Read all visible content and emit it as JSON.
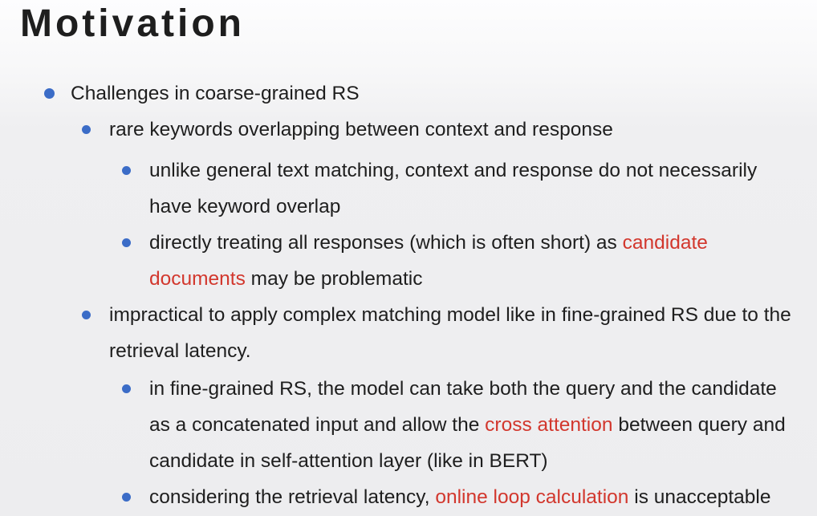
{
  "slide": {
    "title": "Motivation",
    "colors": {
      "text": "#1E1E1E",
      "bullet": "#3B6CC7",
      "highlight": "#D2372D",
      "background_top": "#FDFDFE",
      "background_bottom": "#EDEDEF"
    },
    "bullets": [
      {
        "level": 1,
        "segments": [
          {
            "text": "Challenges in coarse-grained RS"
          }
        ]
      },
      {
        "level": 2,
        "segments": [
          {
            "text": "rare keywords overlapping between context and response"
          }
        ]
      },
      {
        "level": 3,
        "segments": [
          {
            "text": "unlike general text matching, context and response do not necessarily have keyword overlap"
          }
        ]
      },
      {
        "level": 3,
        "segments": [
          {
            "text": "directly treating all responses (which is often short) as "
          },
          {
            "text": "candidate documents",
            "highlight": true
          },
          {
            "text": " may be problematic"
          }
        ]
      },
      {
        "level": 2,
        "segments": [
          {
            "text": "impractical to apply complex matching model like in fine-grained RS due to the retrieval latency."
          }
        ]
      },
      {
        "level": 3,
        "segments": [
          {
            "text": "in fine-grained RS, the model can take both the query and the candidate as a concatenated input and allow the "
          },
          {
            "text": "cross attention",
            "highlight": true
          },
          {
            "text": " between query and candidate in self-attention layer (like in BERT)"
          }
        ]
      },
      {
        "level": 3,
        "segments": [
          {
            "text": "considering the retrieval latency, "
          },
          {
            "text": "online loop calculation",
            "highlight": true
          },
          {
            "text": " is unacceptable"
          }
        ]
      }
    ]
  }
}
